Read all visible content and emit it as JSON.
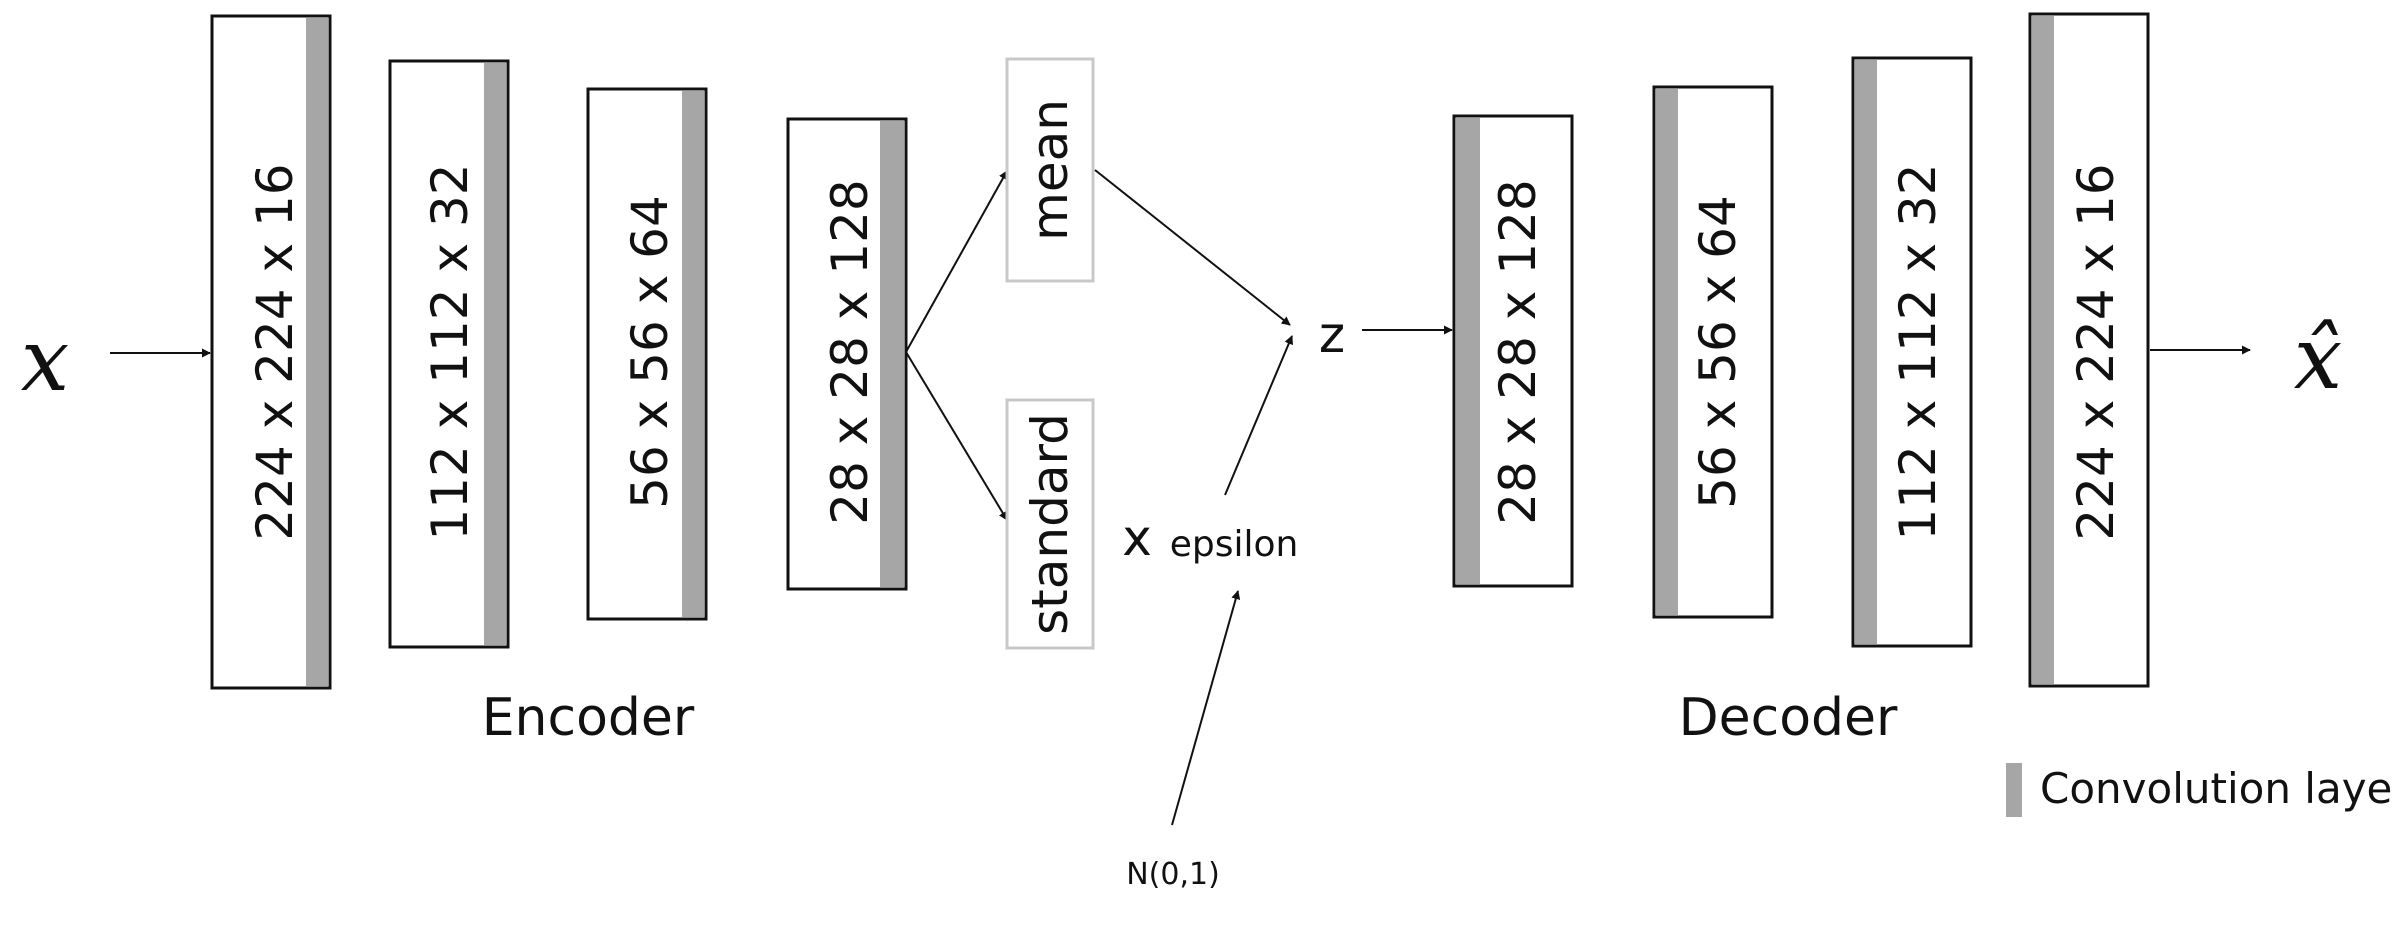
{
  "input_symbol": "x",
  "output_symbol": "x̂",
  "encoder": {
    "label": "Encoder",
    "layers": [
      "224 x 224 x 16",
      "112 x 112 x 32",
      "56 x 56 x 64",
      "28 x 28 x 128"
    ]
  },
  "latent": {
    "mean_label": "mean",
    "standard_label": "standard",
    "multiply_sign": "x",
    "epsilon_label": "epsilon",
    "noise_label": "N(0,1)",
    "z_label": "z"
  },
  "decoder": {
    "label": "Decoder",
    "layers": [
      "28 x 28 x 128",
      "56 x 56 x 64",
      "112 x 112 x 32",
      "224 x 224 x 16"
    ]
  },
  "legend": {
    "label": "Convolution layer",
    "color": "#a6a6a6"
  }
}
